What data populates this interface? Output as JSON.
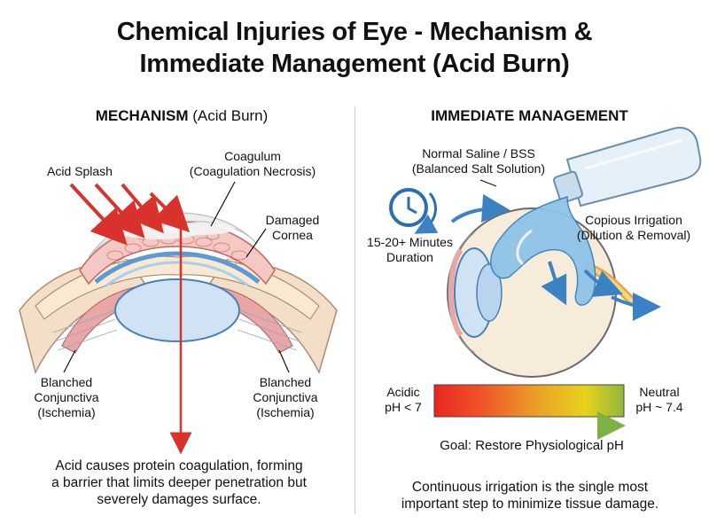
{
  "title_line1": "Chemical Injuries of Eye - Mechanism &",
  "title_line2": "Immediate Management (Acid Burn)",
  "left": {
    "header_bold": "MECHANISM",
    "header_rest": " (Acid Burn)",
    "acid_splash": "Acid Splash",
    "coagulum_line1": "Coagulum",
    "coagulum_line2": "(Coagulation Necrosis)",
    "damaged_line1": "Damaged",
    "damaged_line2": "Cornea",
    "blanched_left": [
      "Blanched",
      "Conjunctiva",
      "(Ischemia)"
    ],
    "blanched_right": [
      "Blanched",
      "Conjunctiva",
      "(Ischemia)"
    ],
    "caption": [
      "Acid causes protein coagulation, forming",
      "a barrier that limits deeper penetration but",
      "severely damages surface."
    ]
  },
  "right": {
    "header": "IMMEDIATE MANAGEMENT",
    "saline_line1": "Normal Saline / BSS",
    "saline_line2": "(Balanced Salt Solution)",
    "duration_line1": "15-20+ Minutes",
    "duration_line2": "Duration",
    "irrigation_line1": "Copious Irrigation",
    "irrigation_line2": "(Dilution & Removal)",
    "acidic_line1": "Acidic",
    "acidic_line2": "pH < 7",
    "neutral_line1": "Neutral",
    "neutral_line2": "pH ~ 7.4",
    "goal": "Goal: Restore Physiological pH",
    "caption": [
      "Continuous irrigation is the single most",
      "important step to minimize tissue damage."
    ]
  },
  "colors": {
    "acid_red": "#d9312c",
    "water_blue": "#3b82c4",
    "ph_red": "#e8261f",
    "ph_yellow": "#e6d21c",
    "ph_green": "#8fb83a"
  },
  "icons": [
    "clock-icon",
    "saline-bottle-icon"
  ]
}
